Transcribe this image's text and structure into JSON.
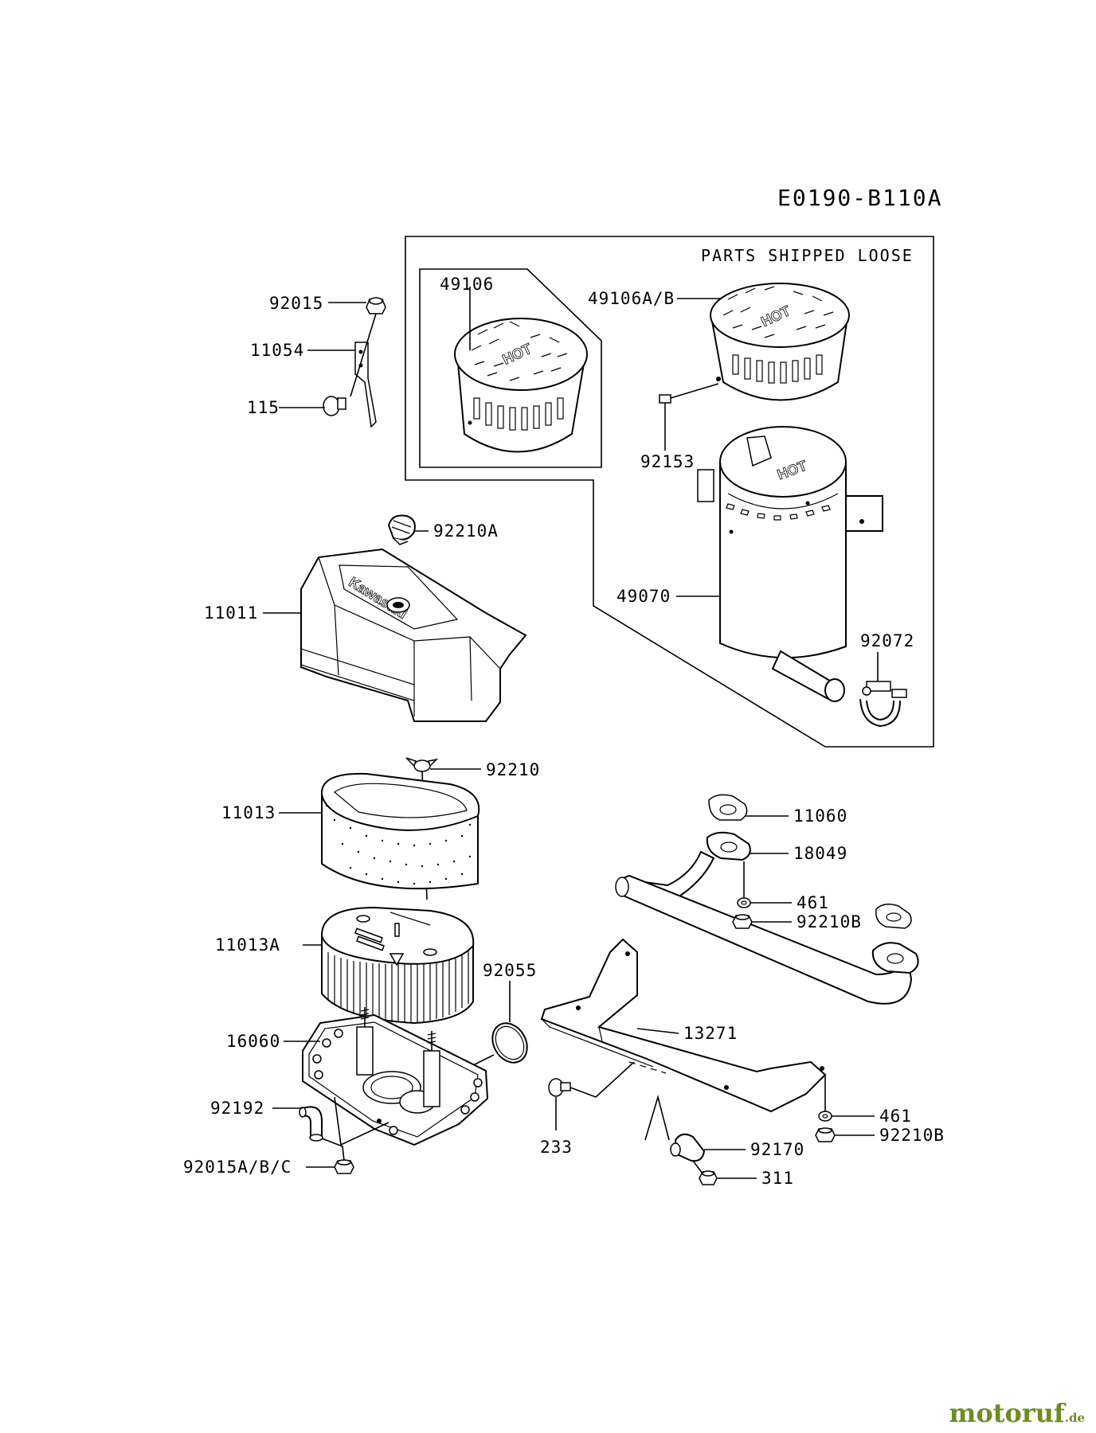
{
  "diagram": {
    "code": "E0190-B110A",
    "box_note": "PARTS SHIPPED LOOSE",
    "labels": {
      "p92015": "92015",
      "p11054": "11054",
      "p115": "115",
      "p49106": "49106",
      "p49106ab": "49106A/B",
      "p92153": "92153",
      "p92210a": "92210A",
      "p11011": "11011",
      "p49070": "49070",
      "p92072": "92072",
      "p92210": "92210",
      "p11013": "11013",
      "p11060": "11060",
      "p18049": "18049",
      "p461a": "461",
      "p92210b_a": "92210B",
      "p11013a": "11013A",
      "p92055": "92055",
      "p13271": "13271",
      "p16060": "16060",
      "p92192": "92192",
      "p233": "233",
      "p461b": "461",
      "p92210b_b": "92210B",
      "p92170": "92170",
      "p92015abc": "92015A/B/C",
      "p311": "311"
    },
    "cap_text": "HOT",
    "muffler_text": "HOT",
    "cover_brand": "Kawasaki"
  },
  "watermark": {
    "name": "motoruf",
    "tld": ".de"
  }
}
